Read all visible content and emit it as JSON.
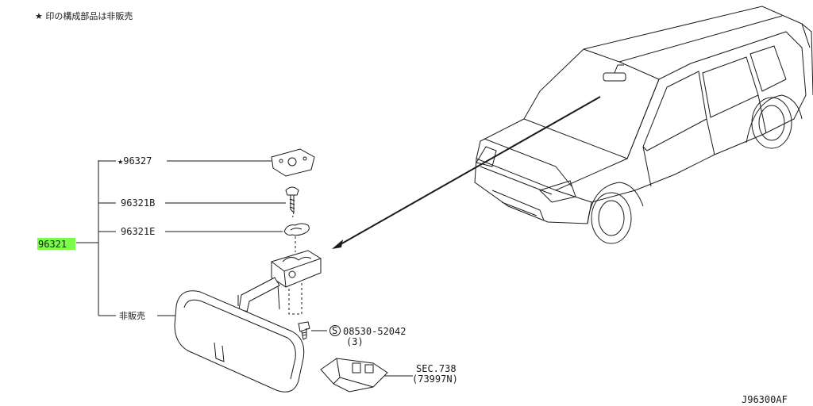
{
  "note": "★ 印の構成部品は非販売",
  "parts": {
    "assembly": "96321",
    "base": "★96327",
    "screw": "96321B",
    "clip": "96321E",
    "mirror_body": "非販売",
    "bolt": "08530-52042",
    "bolt_qty": "(3)",
    "bolt_symbol": "S",
    "cover_sec": "SEC.738",
    "cover_part": "(73997N)"
  },
  "drawing_id": "J96300AF",
  "colors": {
    "highlight": "#7CFC4A",
    "ink": "#1a1a1a"
  }
}
